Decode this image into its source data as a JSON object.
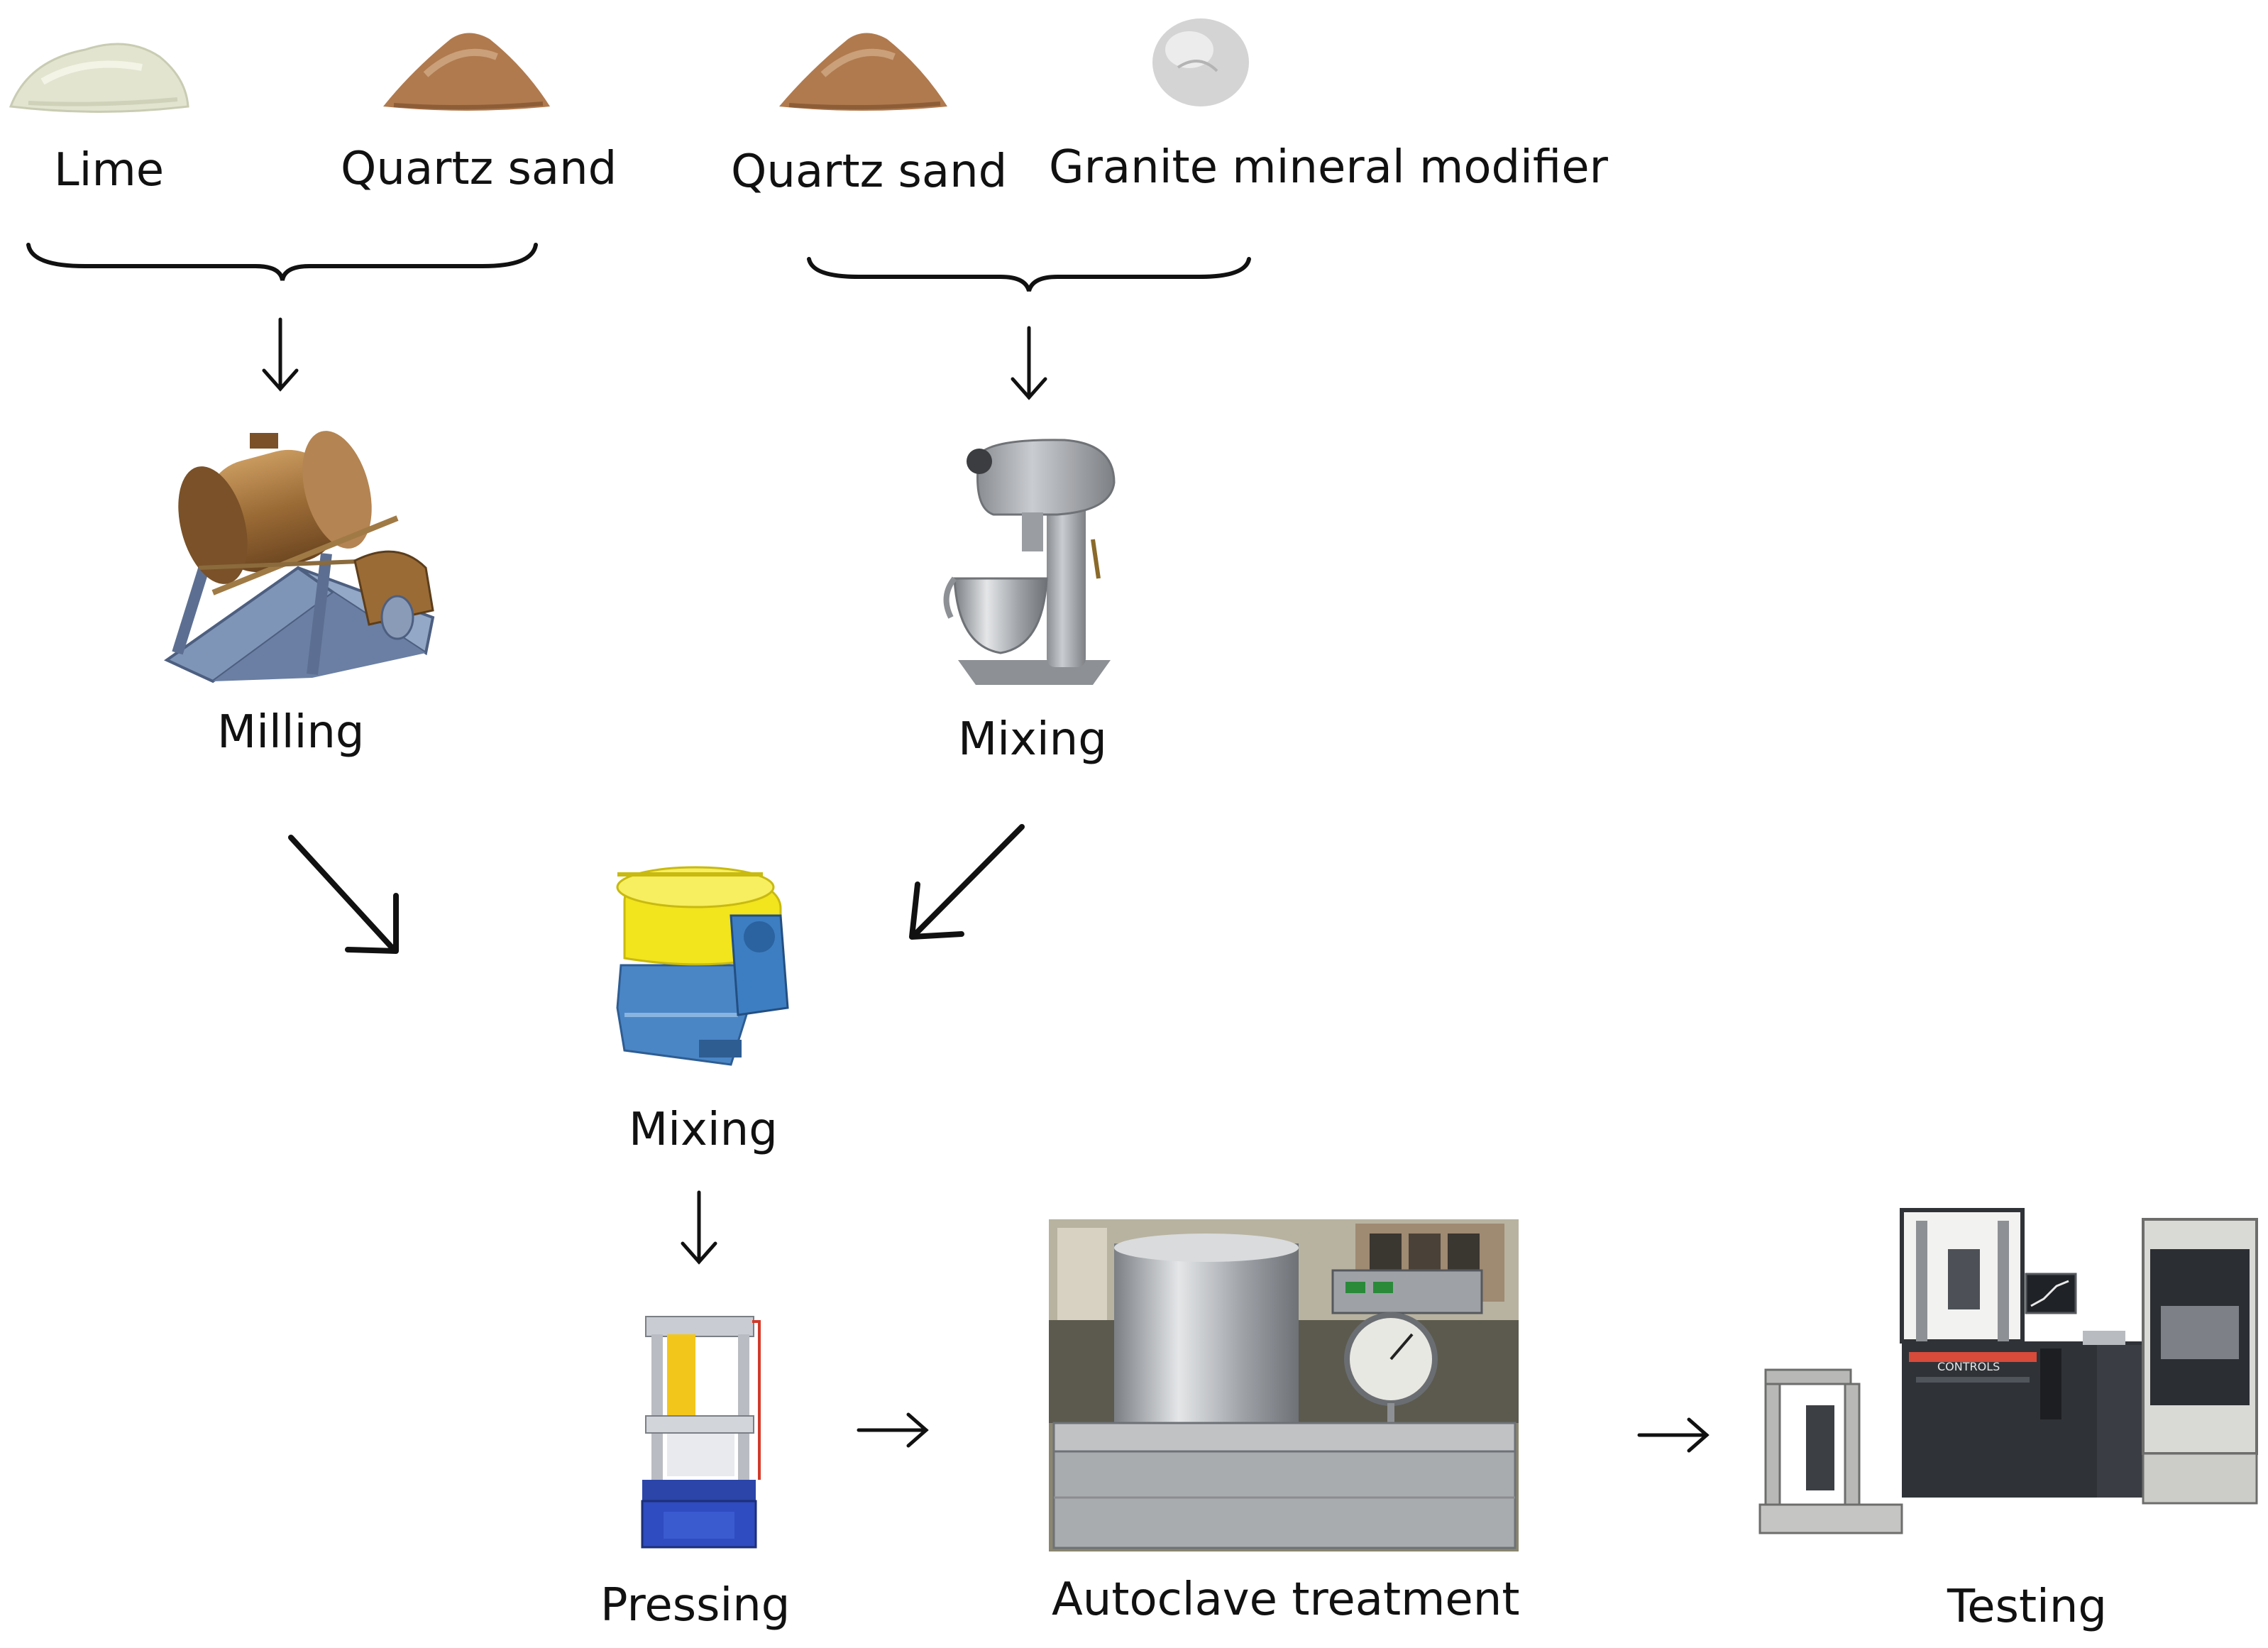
{
  "materials": {
    "lime": "Lime",
    "quartz_sand_1": "Quartz sand",
    "quartz_sand_2": "Quartz sand",
    "granite_modifier": "Granite mineral modifier"
  },
  "steps": {
    "milling": "Milling",
    "mixing_1": "Mixing",
    "mixing_2": "Mixing",
    "pressing": "Pressing",
    "autoclave": "Autoclave treatment",
    "testing": "Testing"
  },
  "equipment_brand": "CONTROLS",
  "colors": {
    "ink": "#111111",
    "lime_powder": "#e2e4cf",
    "sand": "#b07a4e",
    "mill_bronze": "#9a6a35",
    "frame_blue": "#7f95b8",
    "mixer_yellow": "#f2e41d",
    "mixer_blue": "#4a86c6",
    "press_blue": "#2b45a8",
    "steel": "#c4c7cb",
    "tester_dark": "#2f3338"
  }
}
